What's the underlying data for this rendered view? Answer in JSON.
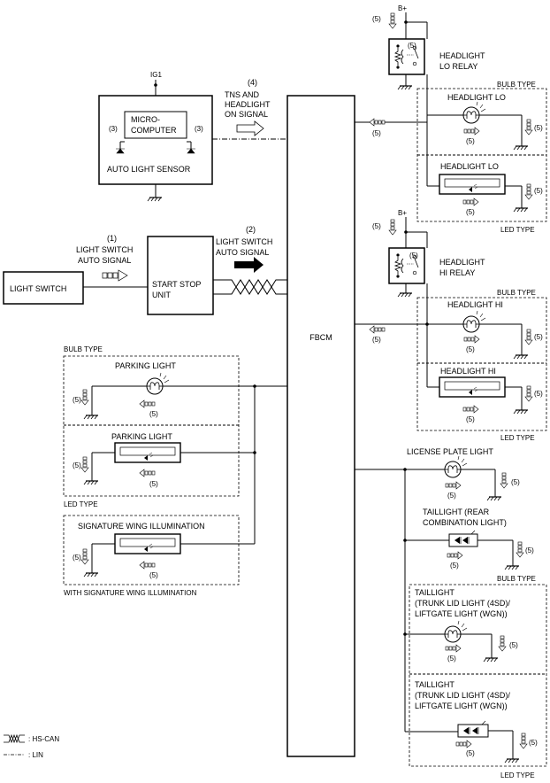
{
  "labels": {
    "b_plus_lo": "B+",
    "b_plus_hi": "B+",
    "ig1": "IG1",
    "headlight_lo_relay": [
      "HEADLIGHT",
      "LO RELAY"
    ],
    "headlight_hi_relay": [
      "HEADLIGHT",
      "HI RELAY"
    ],
    "bulb_type": "BULB TYPE",
    "led_type": "LED TYPE",
    "headlight_lo": "HEADLIGHT LO",
    "headlight_hi": "HEADLIGHT HI",
    "micro_computer": [
      "MICRO-",
      "COMPUTER"
    ],
    "auto_light_sensor": "AUTO LIGHT SENSOR",
    "signal_4_num": "(4)",
    "signal_4": [
      "TNS AND",
      "HEADLIGHT",
      "ON SIGNAL"
    ],
    "signal_1_num": "(1)",
    "signal_1": [
      "LIGHT SWITCH",
      "AUTO SIGNAL"
    ],
    "signal_2_num": "(2)",
    "signal_2": [
      "LIGHT SWITCH",
      "AUTO SIGNAL"
    ],
    "light_switch": "LIGHT SWITCH",
    "start_stop_unit": [
      "START STOP",
      "UNIT"
    ],
    "fbcm": "FBCM",
    "parking_light": "PARKING LIGHT",
    "signature_wing": "SIGNATURE WING ILLUMINATION",
    "with_signature_wing": "WITH SIGNATURE WING ILLUMINATION",
    "license_plate": "LICENSE PLATE LIGHT",
    "taillight_rear": [
      "TAILLIGHT (REAR",
      "COMBINATION LIGHT)"
    ],
    "taillight_trunk": [
      "TAILLIGHT",
      "(TRUNK LID LIGHT (4SD)/",
      "LIFTGATE LIGHT (WGN))"
    ],
    "num_3": "(3)",
    "num_5": "(5)",
    "legend_hs_can": ": HS-CAN",
    "legend_lin": ": LIN"
  }
}
